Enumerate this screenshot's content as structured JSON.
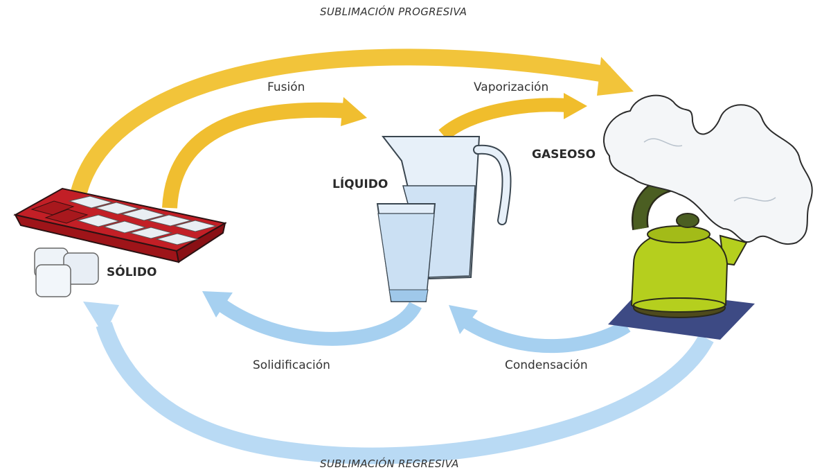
{
  "diagram": {
    "top_label": "SUBLIMACIÓN PROGRESIVA",
    "bottom_label": "SUBLIMACIÓN REGRESIVA",
    "states": {
      "solid": "SÓLIDO",
      "liquid": "LÍQUIDO",
      "gas": "GASEOSO"
    },
    "processes": {
      "fusion": "Fusión",
      "vaporization": "Vaporización",
      "solidification": "Solidificación",
      "condensation": "Condensación"
    },
    "colors": {
      "heating_arrow": "#f2c230",
      "cooling_arrow": "#a9d3f2",
      "tray": "#c21f26",
      "kettle": "#b5cf1e",
      "kettle_handle": "#4b5e22",
      "steam": "#f4f6f8",
      "water": "#cfe3f5"
    },
    "icons": [
      "ice-tray-icon",
      "ice-cubes-icon",
      "water-jug-icon",
      "water-glass-icon",
      "kettle-icon",
      "steam-cloud-icon"
    ]
  }
}
